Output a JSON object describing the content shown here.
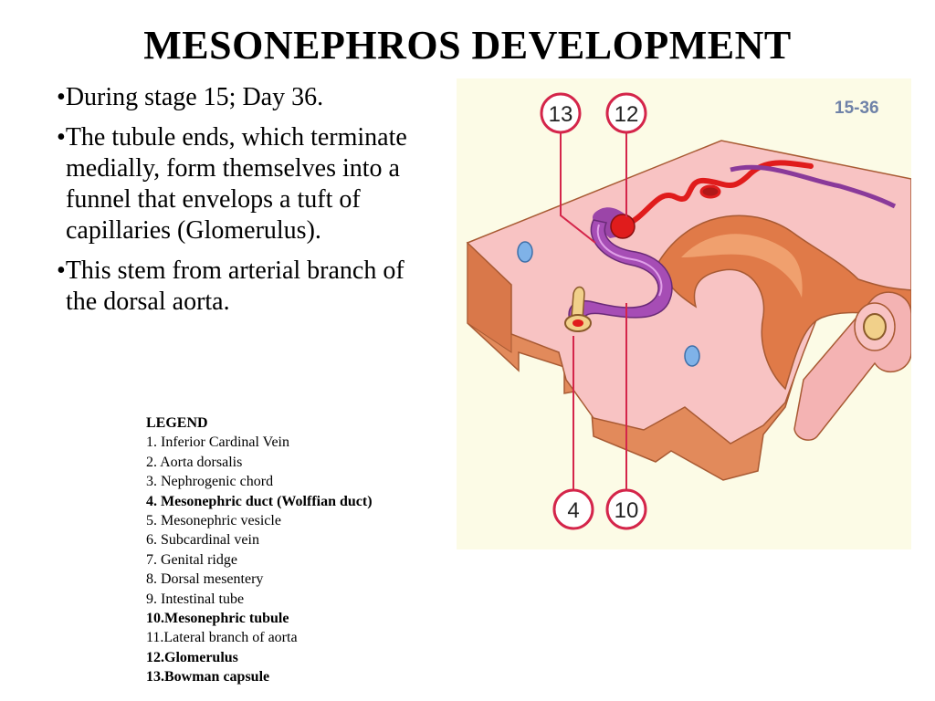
{
  "title": "MESONEPHROS DEVELOPMENT",
  "bullets": [
    "During stage 15; Day 36.",
    "The tubule ends, which terminate medially, form themselves into a funnel that envelops a tuft of capillaries (Glomerulus).",
    "This stem from arterial branch of the dorsal aorta."
  ],
  "legend": {
    "heading": "LEGEND",
    "items": [
      {
        "text": "1. Inferior Cardinal Vein",
        "bold": false
      },
      {
        "text": "2. Aorta dorsalis",
        "bold": false
      },
      {
        "text": "3. Nephrogenic chord",
        "bold": false
      },
      {
        "text": "4. Mesonephric duct (Wolffian duct)",
        "bold": true
      },
      {
        "text": "5. Mesonephric vesicle",
        "bold": false
      },
      {
        "text": "6. Subcardinal vein",
        "bold": false
      },
      {
        "text": "7. Genital ridge",
        "bold": false
      },
      {
        "text": "8. Dorsal mesentery",
        "bold": false
      },
      {
        "text": "9. Intestinal tube",
        "bold": false
      },
      {
        "text": "10.Mesonephric tubule",
        "bold": true
      },
      {
        "text": "11.Lateral branch of aorta",
        "bold": false
      },
      {
        "text": "12.Glomerulus",
        "bold": true
      },
      {
        "text": "13.Bowman capsule",
        "bold": true
      }
    ]
  },
  "figure": {
    "code": "15-36",
    "labels": [
      "13",
      "12",
      "4",
      "10"
    ],
    "colors": {
      "tissue_top": "#f9c4c4",
      "tissue_side": "#e08a5a",
      "tubule": "#9b45a8",
      "vessel": "#e01c1c",
      "callout": "#d4254a",
      "vein": "#7fb2e8"
    }
  }
}
